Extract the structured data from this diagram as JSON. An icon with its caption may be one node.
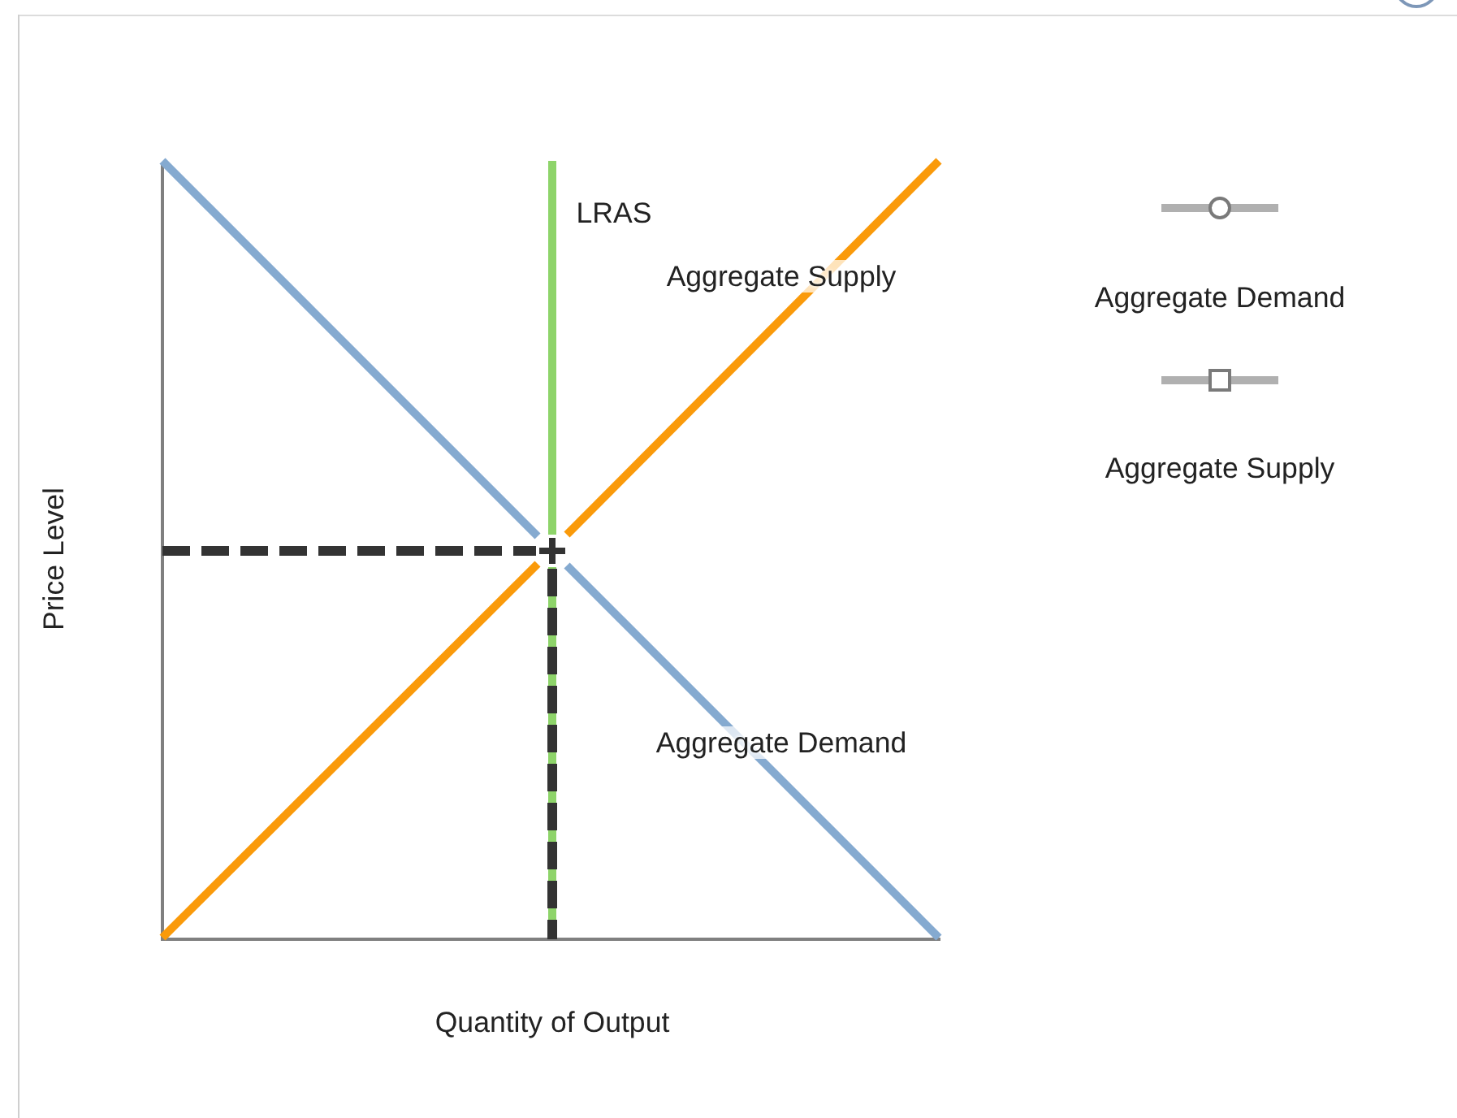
{
  "diagram": {
    "labels": [
      "LRAS",
      "Aggregate Supply",
      "Price Level",
      "Aggregate Demand",
      "Quantity of Output"
    ],
    "legend": [
      {
        "text": "Aggregate Demand"
      },
      {
        "text": "Aggregate Supply"
      }
    ]
  }
}
